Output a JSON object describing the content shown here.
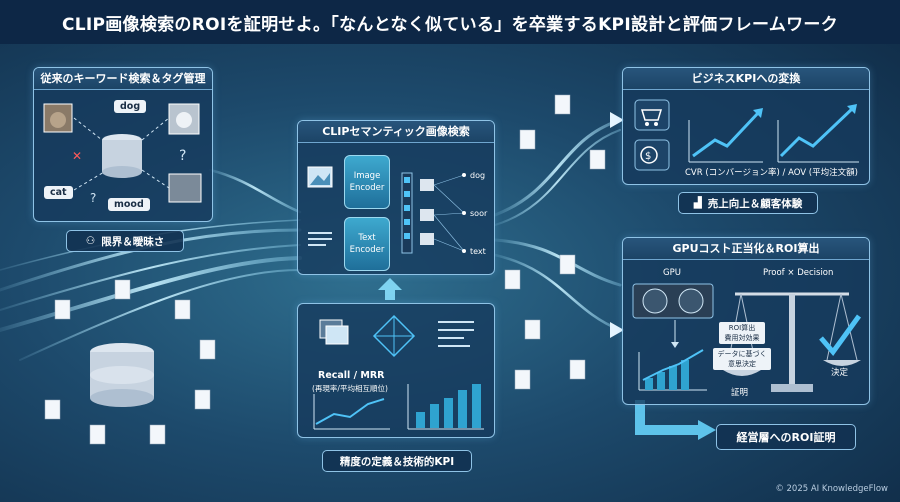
{
  "title": "CLIP画像検索のROIを証明せよ。「なんとなく似ている」を卒業するKPI設計と評価フレームワーク",
  "panels": {
    "legacy": {
      "header": "従来のキーワード検索＆タグ管理",
      "tags": [
        "dog",
        "cat",
        "mood"
      ],
      "footer": "限界＆曖昧さ"
    },
    "clip": {
      "header": "CLIPセマンティック画像検索",
      "image_encoder": "Image Encoder",
      "text_encoder": "Text Encoder",
      "outputs": [
        "dog",
        "soor",
        "text"
      ]
    },
    "accuracy": {
      "metric_label": "Recall / MRR",
      "metric_sub": "(再現率/平均相互順位)",
      "footer": "精度の定義＆技術的KPI"
    },
    "business": {
      "header": "ビジネスKPIへの変換",
      "caption": "CVR (コンバージョン率) / AOV (平均注文額)",
      "footer": "売上向上＆顧客体験"
    },
    "gpu": {
      "header": "GPUコスト正当化＆ROI算出",
      "gpu_label": "GPU",
      "scale_label": "Proof × Decision",
      "roi_card_title": "ROI算出",
      "roi_card_sub": "費用対効果",
      "data_card_line1": "データに基づく",
      "data_card_line2": "意思決定",
      "proof_label": "証明",
      "decision_label": "決定"
    },
    "final": "経営層へのROI証明"
  },
  "copyright": "© 2025 AI KnowledgeFlow",
  "colors": {
    "accent": "#4fc3f7",
    "panel_border": "#8fc3e6",
    "title_bg": "#0d2746"
  }
}
